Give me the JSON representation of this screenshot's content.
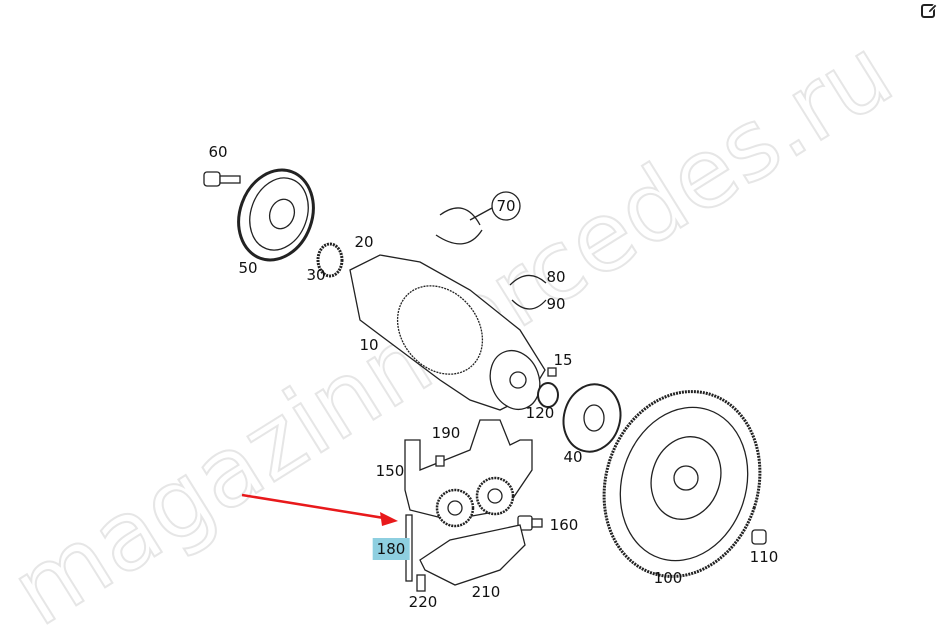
{
  "watermark": "magazinmercedes.ru",
  "toolbar": {
    "edit_icon": "edit-icon"
  },
  "highlight_color": "#8ecfe0",
  "arrow_color": "#e8191b",
  "selected_part": "180",
  "parts": [
    {
      "id": "p60",
      "label": "60"
    },
    {
      "id": "p70",
      "label": "70"
    },
    {
      "id": "p20",
      "label": "20"
    },
    {
      "id": "p50",
      "label": "50"
    },
    {
      "id": "p30",
      "label": "30"
    },
    {
      "id": "p80",
      "label": "80"
    },
    {
      "id": "p90",
      "label": "90"
    },
    {
      "id": "p10",
      "label": "10"
    },
    {
      "id": "p15",
      "label": "15"
    },
    {
      "id": "p120",
      "label": "120"
    },
    {
      "id": "p190",
      "label": "190"
    },
    {
      "id": "p40",
      "label": "40"
    },
    {
      "id": "p150",
      "label": "150"
    },
    {
      "id": "p160",
      "label": "160"
    },
    {
      "id": "p180",
      "label": "180"
    },
    {
      "id": "p110",
      "label": "110"
    },
    {
      "id": "p100",
      "label": "100"
    },
    {
      "id": "p210",
      "label": "210"
    },
    {
      "id": "p220",
      "label": "220"
    }
  ]
}
